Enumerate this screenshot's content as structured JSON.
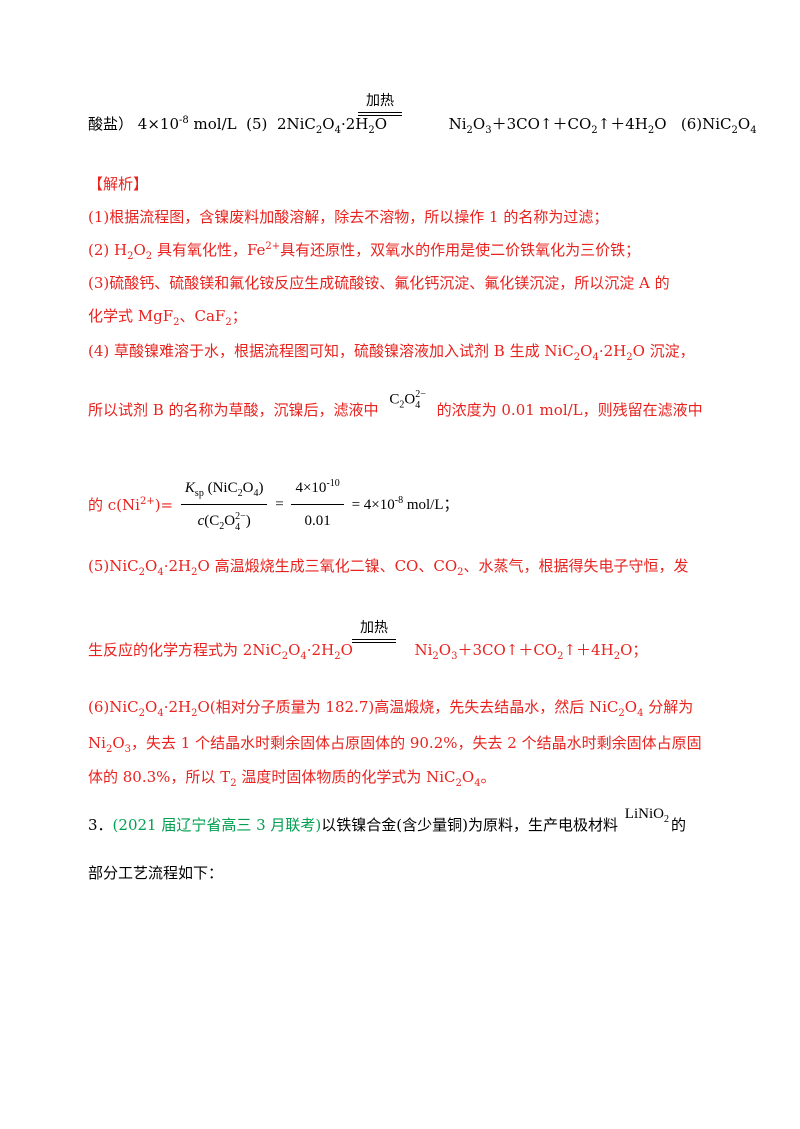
{
  "answer_line": {
    "part1": "酸盐）",
    "conc": "4×10",
    "conc_exp": "-8",
    "conc_unit": " mol/L",
    "label5": "(5)",
    "reactant": "2NiC",
    "reactant_sub1": "2",
    "reactant_o": "O",
    "reactant_sub2": "4",
    "reactant_hydrate": "·2H",
    "reactant_sub3": "2",
    "reactant_end": "O",
    "condition": "加热",
    "products": "Ni",
    "p_sub1": "2",
    "p_o": "O",
    "p_sub2": "3",
    "p_rest": "＋3CO↑＋CO",
    "p_sub3": "2",
    "p_end": "↑＋4H",
    "p_sub4": "2",
    "p_end2": "O",
    "label6": "(6)NiC",
    "l6_sub1": "2",
    "l6_o": "O",
    "l6_sub2": "4"
  },
  "analysis": {
    "heading": "【解析】",
    "p1": "(1)根据流程图，含镍废料加酸溶解，除去不溶物，所以操作 1 的名称为过滤；",
    "p2_a": "(2) H",
    "p2_b": "O",
    "p2_c": " 具有氧化性，Fe",
    "p2_d": "2+",
    "p2_e": "具有还原性，双氧水的作用是使二价铁氧化为三价铁；",
    "p3": "(3)硫酸钙、硫酸镁和氟化铵反应生成硫酸铵、氟化钙沉淀、氟化镁沉淀，所以沉淀 A 的",
    "p3b_a": "化学式 MgF",
    "p3b_b": "、CaF",
    "p3b_c": "；",
    "p4_a": "(4) 草酸镍难溶于水，根据流程图可知，硫酸镍溶液加入试剂 B 生成 NiC",
    "p4_b": "O",
    "p4_c": "·2H",
    "p4_d": "O 沉淀，",
    "p4b_a": "所以试剂 B 的名称为草酸，沉镍后，滤液中",
    "p4b_b": "的浓度为 0.01 mol/L，则残留在滤液中",
    "p4c_a": "的  c(Ni",
    "p4c_sup": "2+",
    "p4c_b": ")=",
    "ksp_k": "K",
    "ksp_sub": "sp",
    "ksp_arg": "NiC",
    "ksp_arg_o": "O",
    "den_c": "c",
    "den_arg": "(C",
    "den_o": "O",
    "den_end": ")",
    "num2": "4×10",
    "num2_exp": "-10",
    "den2": "0.01",
    "result": " = 4×10",
    "result_exp": "-8",
    "result_unit": " mol/L；",
    "p5_a": "(5)NiC",
    "p5_b": "O",
    "p5_c": "·2H",
    "p5_d": "O 高温煅烧生成三氧化二镍、CO、CO",
    "p5_e": "、水蒸气，根据得失电子守恒，发",
    "p5b_a": "生反应的化学方程式为 2NiC",
    "p5b_b": "O",
    "p5b_c": "·2H",
    "p5b_d": "O",
    "p5b_prod": "Ni",
    "p5b_o": "O",
    "p5b_rest": "＋3CO↑＋CO",
    "p5b_end": "↑＋4H",
    "p5b_end2": "O；",
    "condition2": "加热",
    "p6_a": "(6)NiC",
    "p6_b": "O",
    "p6_c": "·2H",
    "p6_d": "O(相对分子质量为 182.7)高温煅烧，先失去结晶水，然后 NiC",
    "p6_e": "O",
    "p6_f": " 分解为",
    "p6b_a": "Ni",
    "p6b_b": "O",
    "p6b_c": "，失去 1 个结晶水时剩余固体占原固体的 90.2%，失去 2 个结晶水时剩余固体占原固",
    "p6c_a": "体的 80.3%，所以 T",
    "p6c_b": " 温度时固体物质的化学式为 NiC",
    "p6c_c": "O",
    "p6c_d": "。"
  },
  "question3": {
    "number": "3．",
    "source": "(2021 届辽宁省高三 3 月联考)",
    "text_a": "以铁镍合金(含少量铜)为原料，生产电极材料",
    "material": "LiNiO",
    "material_sub": "2",
    "text_b": "的",
    "line2": "部分工艺流程如下："
  },
  "oxalate": {
    "c": "C",
    "c_sub": "2",
    "o": "O",
    "charge": "2−",
    "o_sub": "4"
  }
}
